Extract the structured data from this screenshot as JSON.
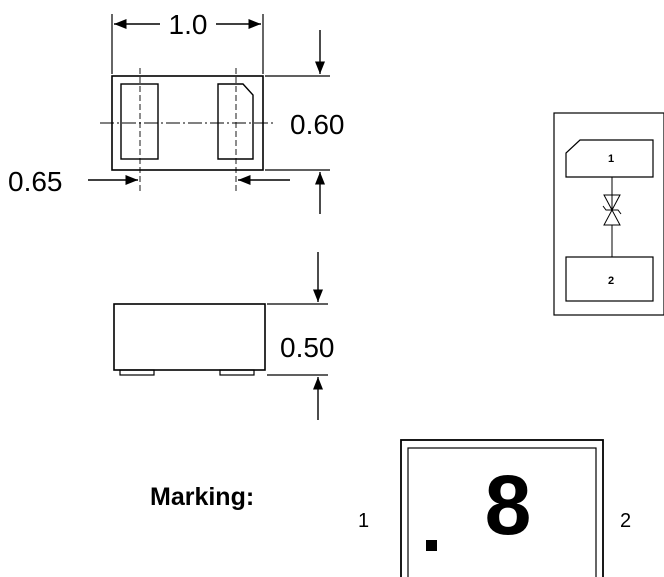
{
  "package_drawing": {
    "dim_width": "1.0",
    "dim_height": "0.60",
    "dim_pad_spacing": "0.65",
    "dim_thickness": "0.50"
  },
  "schematic": {
    "pin1_label": "1",
    "pin2_label": "2"
  },
  "marking": {
    "title": "Marking:",
    "code": "8",
    "pin_left": "1",
    "pin_right": "2"
  }
}
